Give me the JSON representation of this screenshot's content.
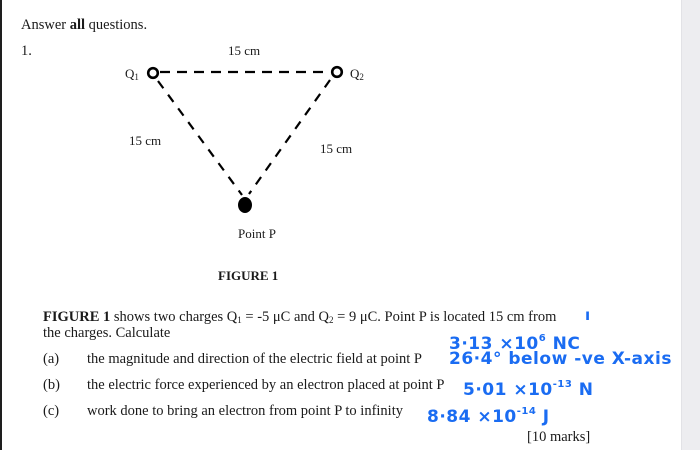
{
  "header": {
    "instruction_prefix": "Answer ",
    "instruction_bold": "all",
    "instruction_suffix": " questions."
  },
  "question": {
    "number": "1.",
    "figure": {
      "top_distance_label": "15 cm",
      "left_distance_label": "15 cm",
      "right_distance_label": "15 cm",
      "q1_label": "Q",
      "q1_sub": "1",
      "q2_label": "Q",
      "q2_sub": "2",
      "point_label": "Point P",
      "caption": "FIGURE 1"
    },
    "stem_line1_bold": "FIGURE 1",
    "stem_line1_a": " shows two charges Q",
    "stem_line1_sub1": "1",
    "stem_line1_b": " = -5 μC and Q",
    "stem_line1_sub2": "2",
    "stem_line1_c": " = 9 μC. Point P is located 15 cm from",
    "stem_line2": "the charges. Calculate",
    "parts": [
      {
        "label": "(a)",
        "text": "the magnitude and direction of the electric field at point P"
      },
      {
        "label": "(b)",
        "text": "the electric force experienced by an electron placed at point P"
      },
      {
        "label": "(c)",
        "text": "work done to bring an electron from point P to infinity"
      }
    ],
    "marks": "[10 marks]"
  },
  "annotations": {
    "color": "#1a6cf2",
    "a_magnitude_base": "3·13 ×10",
    "a_magnitude_exp": "6",
    "a_magnitude_unit": " NC",
    "a_direction": "26·4° below -ve X-axis",
    "b_answer_base": "5·01 ×10",
    "b_answer_exp": "-13",
    "b_answer_unit": " N",
    "c_answer_base": "8·84 ×10",
    "c_answer_exp": "-14",
    "c_answer_unit": " J",
    "stray_mark": "ı"
  }
}
